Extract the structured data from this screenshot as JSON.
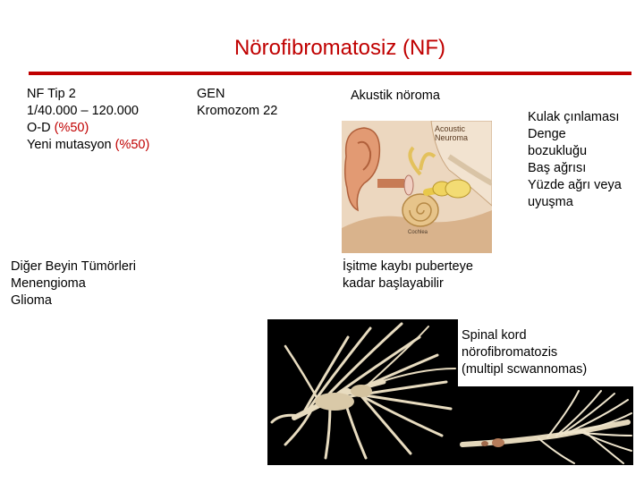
{
  "title": "Nörofibromatosiz (NF)",
  "colors": {
    "accent": "#c00000"
  },
  "nf_info": {
    "type": "NF Tip 2",
    "incidence": "1/40.000 – 120.000",
    "inheritance_prefix": "O-D ",
    "inheritance_pct": "(%50)",
    "new_mutation_prefix": "Yeni mutasyon ",
    "new_mutation_pct": "(%50)"
  },
  "gene": {
    "label": "GEN",
    "chromosome": "Kromozom 22"
  },
  "acoustic": {
    "heading": "Akustik nöroma"
  },
  "symptoms": [
    "Kulak çınlaması",
    "Denge",
    "bozukluğu",
    "Baş ağrısı",
    "Yüzde ağrı veya",
    "uyuşma"
  ],
  "hearing_loss": [
    "İşitme kaybı puberteye",
    "kadar başlayabilir"
  ],
  "other_tumors": [
    "Diğer Beyin Tümörleri",
    "Menengioma",
    "Glioma"
  ],
  "spinal": [
    "Spinal kord",
    "nörofibromatozis",
    "(multipl scwannomas)"
  ],
  "ear_figure": {
    "label_line1": "Acoustic",
    "label_line2": "Neuroma",
    "label_cochlea": "Cochlea"
  }
}
